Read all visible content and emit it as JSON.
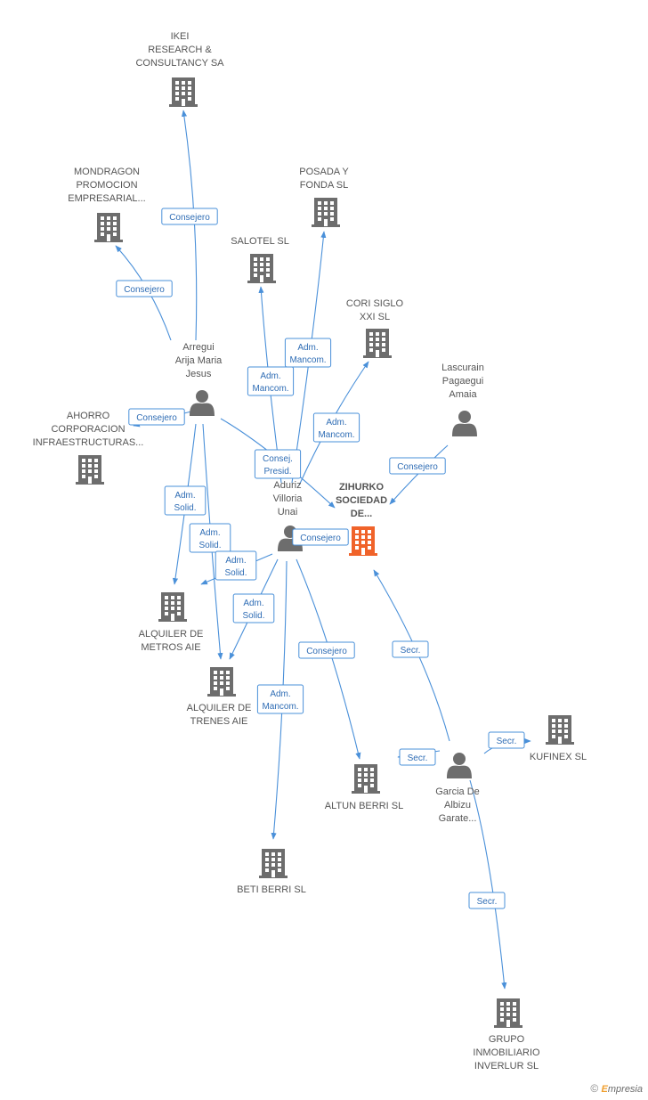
{
  "colors": {
    "edge": "#4a90d9",
    "badge_text": "#2f6db5",
    "company": "#6d6d6d",
    "focus_company": "#f0632a",
    "person": "#6d6d6d"
  },
  "nodes": {
    "ikei": {
      "type": "company",
      "lines": [
        "IKEI",
        "RESEARCH &",
        "CONSULTANCY SA"
      ]
    },
    "mondragon": {
      "type": "company",
      "lines": [
        "MONDRAGON",
        "PROMOCION",
        "EMPRESARIAL..."
      ]
    },
    "posada": {
      "type": "company",
      "lines": [
        "POSADA Y",
        "FONDA SL"
      ]
    },
    "salotel": {
      "type": "company",
      "lines": [
        "SALOTEL SL"
      ]
    },
    "cori": {
      "type": "company",
      "lines": [
        "CORI SIGLO",
        "XXI SL"
      ]
    },
    "lascurain": {
      "type": "person",
      "lines": [
        "Lascurain",
        "Pagaegui",
        "Amaia"
      ]
    },
    "arregui": {
      "type": "person",
      "lines": [
        "Arregui",
        "Arija Maria",
        "Jesus"
      ]
    },
    "ahorro": {
      "type": "company",
      "lines": [
        "AHORRO",
        "CORPORACION",
        "INFRAESTRUCTURAS..."
      ]
    },
    "aduriz": {
      "type": "person",
      "lines": [
        "Aduriz",
        "Villoria",
        "Unai"
      ]
    },
    "zihurko": {
      "type": "focus",
      "lines": [
        "ZIHURKO",
        "SOCIEDAD",
        "DE..."
      ]
    },
    "alq_metros": {
      "type": "company",
      "lines": [
        "ALQUILER DE",
        "METROS AIE"
      ]
    },
    "alq_trenes": {
      "type": "company",
      "lines": [
        "ALQUILER DE",
        "TRENES AIE"
      ]
    },
    "kufinex": {
      "type": "company",
      "lines": [
        "KUFINEX SL"
      ]
    },
    "altun": {
      "type": "company",
      "lines": [
        "ALTUN BERRI SL"
      ]
    },
    "garcia": {
      "type": "person",
      "lines": [
        "Garcia De",
        "Albizu",
        "Garate..."
      ]
    },
    "beti": {
      "type": "company",
      "lines": [
        "BETI BERRI SL"
      ]
    },
    "grupo": {
      "type": "company",
      "lines": [
        "GRUPO",
        "INMOBILIARIO",
        "INVERLUR SL"
      ]
    }
  },
  "edges": [
    {
      "from": "arregui",
      "to": "ikei",
      "lines": [
        "Consejero"
      ]
    },
    {
      "from": "arregui",
      "to": "mondragon",
      "lines": [
        "Consejero"
      ]
    },
    {
      "from": "arregui",
      "to": "ahorro",
      "lines": [
        "Consejero"
      ]
    },
    {
      "from": "arregui",
      "to": "zihurko",
      "lines": [
        "Consej.",
        "Presid."
      ]
    },
    {
      "from": "arregui",
      "to": "alq_metros",
      "lines": [
        "Adm.",
        "Solid."
      ]
    },
    {
      "from": "arregui",
      "to": "alq_trenes",
      "lines": [
        "Adm.",
        "Solid."
      ]
    },
    {
      "from": "aduriz",
      "to": "salotel",
      "lines": [
        "Adm.",
        "Mancom."
      ]
    },
    {
      "from": "aduriz",
      "to": "posada",
      "lines": [
        "Adm.",
        "Mancom."
      ]
    },
    {
      "from": "aduriz",
      "to": "cori",
      "lines": [
        "Adm.",
        "Mancom."
      ]
    },
    {
      "from": "aduriz",
      "to": "zihurko",
      "lines": [
        "Consejero"
      ]
    },
    {
      "from": "aduriz",
      "to": "alq_metros",
      "lines": [
        "Adm.",
        "Solid."
      ]
    },
    {
      "from": "aduriz",
      "to": "alq_trenes",
      "lines": [
        "Adm.",
        "Solid."
      ]
    },
    {
      "from": "aduriz",
      "to": "altun",
      "lines": [
        "Consejero"
      ]
    },
    {
      "from": "aduriz",
      "to": "beti",
      "lines": [
        "Adm.",
        "Mancom."
      ]
    },
    {
      "from": "lascurain",
      "to": "zihurko",
      "lines": [
        "Consejero"
      ]
    },
    {
      "from": "garcia",
      "to": "zihurko",
      "lines": [
        "Secr."
      ]
    },
    {
      "from": "garcia",
      "to": "kufinex",
      "lines": [
        "Secr."
      ]
    },
    {
      "from": "garcia",
      "to": "altun",
      "lines": [
        "Secr."
      ]
    },
    {
      "from": "garcia",
      "to": "grupo",
      "lines": [
        "Secr."
      ]
    }
  ],
  "footer": {
    "symbol": "©",
    "brand_initial": "E",
    "brand_rest": "mpresia"
  }
}
